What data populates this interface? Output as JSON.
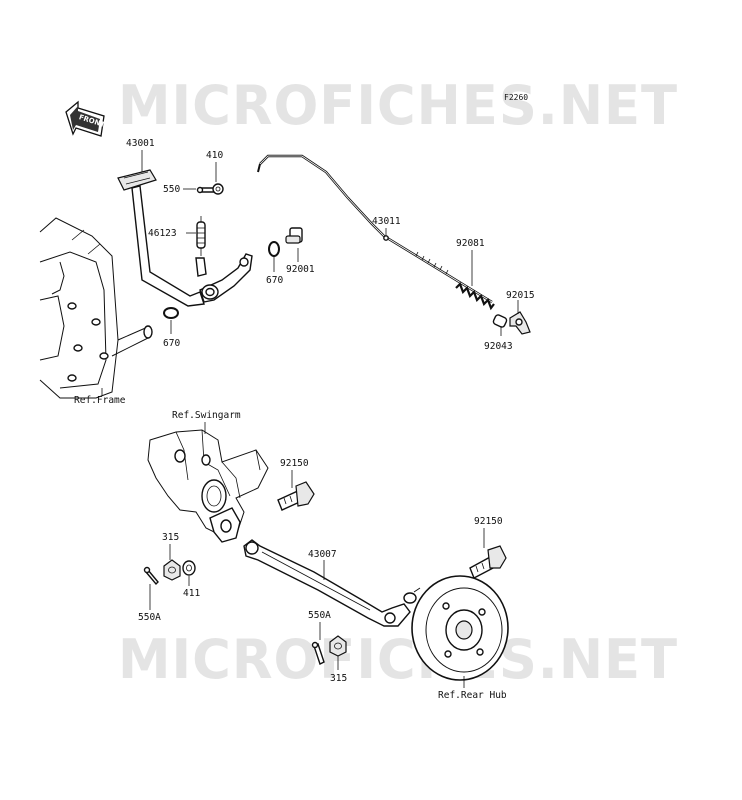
{
  "figure_code": "F2260",
  "watermark": "MICROFICHES.NET",
  "front_badge": "FRONT",
  "callouts": {
    "p43001": "43001",
    "p410": "410",
    "p550": "550",
    "p46123": "46123",
    "p43011": "43011",
    "p92001": "92001",
    "p670_upper": "670",
    "p670_lower": "670",
    "p92081": "92081",
    "p92015": "92015",
    "p92043": "92043",
    "ref_frame": "Ref.Frame",
    "ref_swingarm": "Ref.Swingarm",
    "p92150_left": "92150",
    "p92150_right": "92150",
    "p315_left": "315",
    "p411": "411",
    "p550a_left": "550A",
    "p43007": "43007",
    "p550a_right": "550A",
    "p315_right": "315",
    "ref_rear_hub": "Ref.Rear Hub"
  }
}
